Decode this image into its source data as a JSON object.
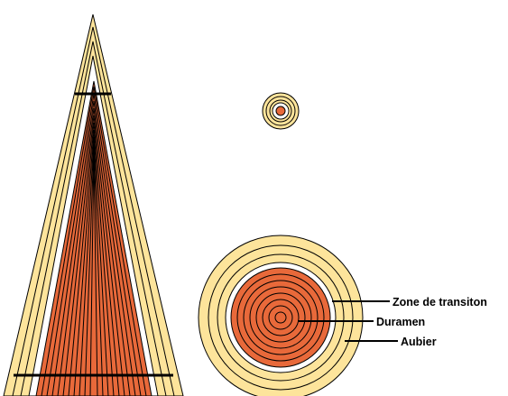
{
  "labels": {
    "transition": "Zone de transiton",
    "heartwood": "Duramen",
    "sapwood": "Aubier"
  },
  "colors": {
    "heartwood": "#e8693a",
    "sapwood": "#fde49b",
    "transition": "#ffffff",
    "outline": "#000000"
  }
}
